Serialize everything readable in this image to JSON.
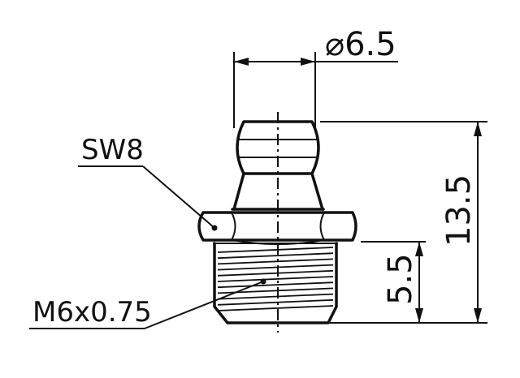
{
  "dimensions": {
    "diameter_label": "⌀6.5",
    "total_height_label": "13.5",
    "thread_length_label": "5.5"
  },
  "callouts": {
    "wrench_size_label": "SW8",
    "thread_spec_label": "M6x0.75"
  },
  "colors": {
    "line": "#111111",
    "background": "#ffffff"
  }
}
